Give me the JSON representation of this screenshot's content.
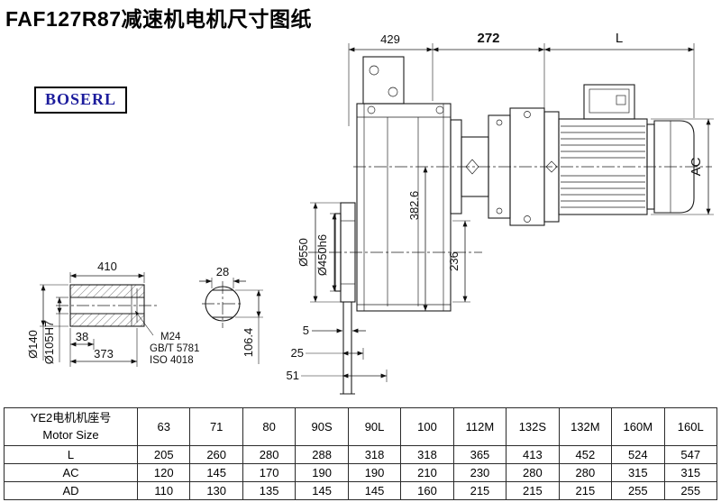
{
  "page": {
    "title": "FAF127R87减速机电机尺寸图纸",
    "brand": "BOSERL"
  },
  "drawing": {
    "dims": {
      "d429": "429",
      "d272": "272",
      "dL": "L",
      "dAC": "AC",
      "d550": "Ø550",
      "d450": "Ø450h6",
      "d382": "382.6",
      "d236": "236",
      "d5": "5",
      "d25": "25",
      "d51": "51",
      "d410": "410",
      "d28": "28",
      "d140": "Ø140",
      "d105": "Ø105H7",
      "d38": "38",
      "d373": "373",
      "note_m24": "M24",
      "note_gb": "GB/T 5781",
      "note_iso": "ISO 4018",
      "d106": "106.4"
    }
  },
  "table": {
    "header": {
      "line1": "YE2电机机座号",
      "line2": "Motor Size"
    },
    "sizes": [
      "63",
      "71",
      "80",
      "90S",
      "90L",
      "100",
      "112M",
      "132S",
      "132M",
      "160M",
      "160L"
    ],
    "rows": [
      {
        "label": "L",
        "values": [
          "205",
          "260",
          "280",
          "288",
          "318",
          "318",
          "365",
          "413",
          "452",
          "524",
          "547"
        ]
      },
      {
        "label": "AC",
        "values": [
          "120",
          "145",
          "170",
          "190",
          "190",
          "210",
          "230",
          "280",
          "280",
          "315",
          "315"
        ]
      },
      {
        "label": "AD",
        "values": [
          "110",
          "130",
          "135",
          "145",
          "145",
          "160",
          "215",
          "215",
          "215",
          "255",
          "255"
        ]
      }
    ]
  }
}
